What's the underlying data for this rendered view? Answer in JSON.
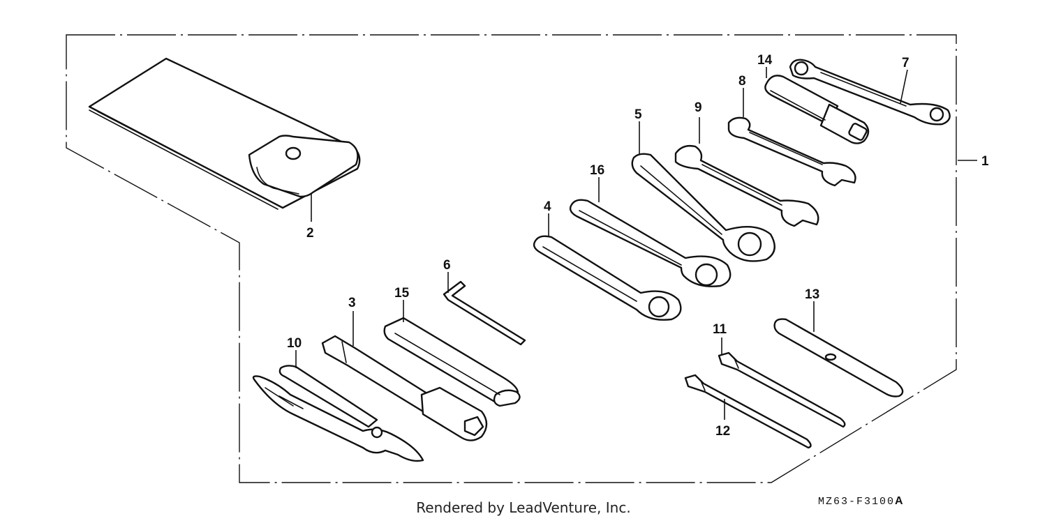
{
  "callouts": {
    "c1": "1",
    "c2": "2",
    "c3": "3",
    "c4": "4",
    "c5": "5",
    "c6": "6",
    "c7": "7",
    "c8": "8",
    "c9": "9",
    "c10": "10",
    "c11": "11",
    "c12": "12",
    "c13": "13",
    "c14": "14",
    "c15": "15",
    "c16": "16"
  },
  "footer": {
    "credit": "Rendered by LeadVenture, Inc."
  },
  "diagram_code": {
    "main": "MZ63-F3100",
    "suffix": "A"
  }
}
